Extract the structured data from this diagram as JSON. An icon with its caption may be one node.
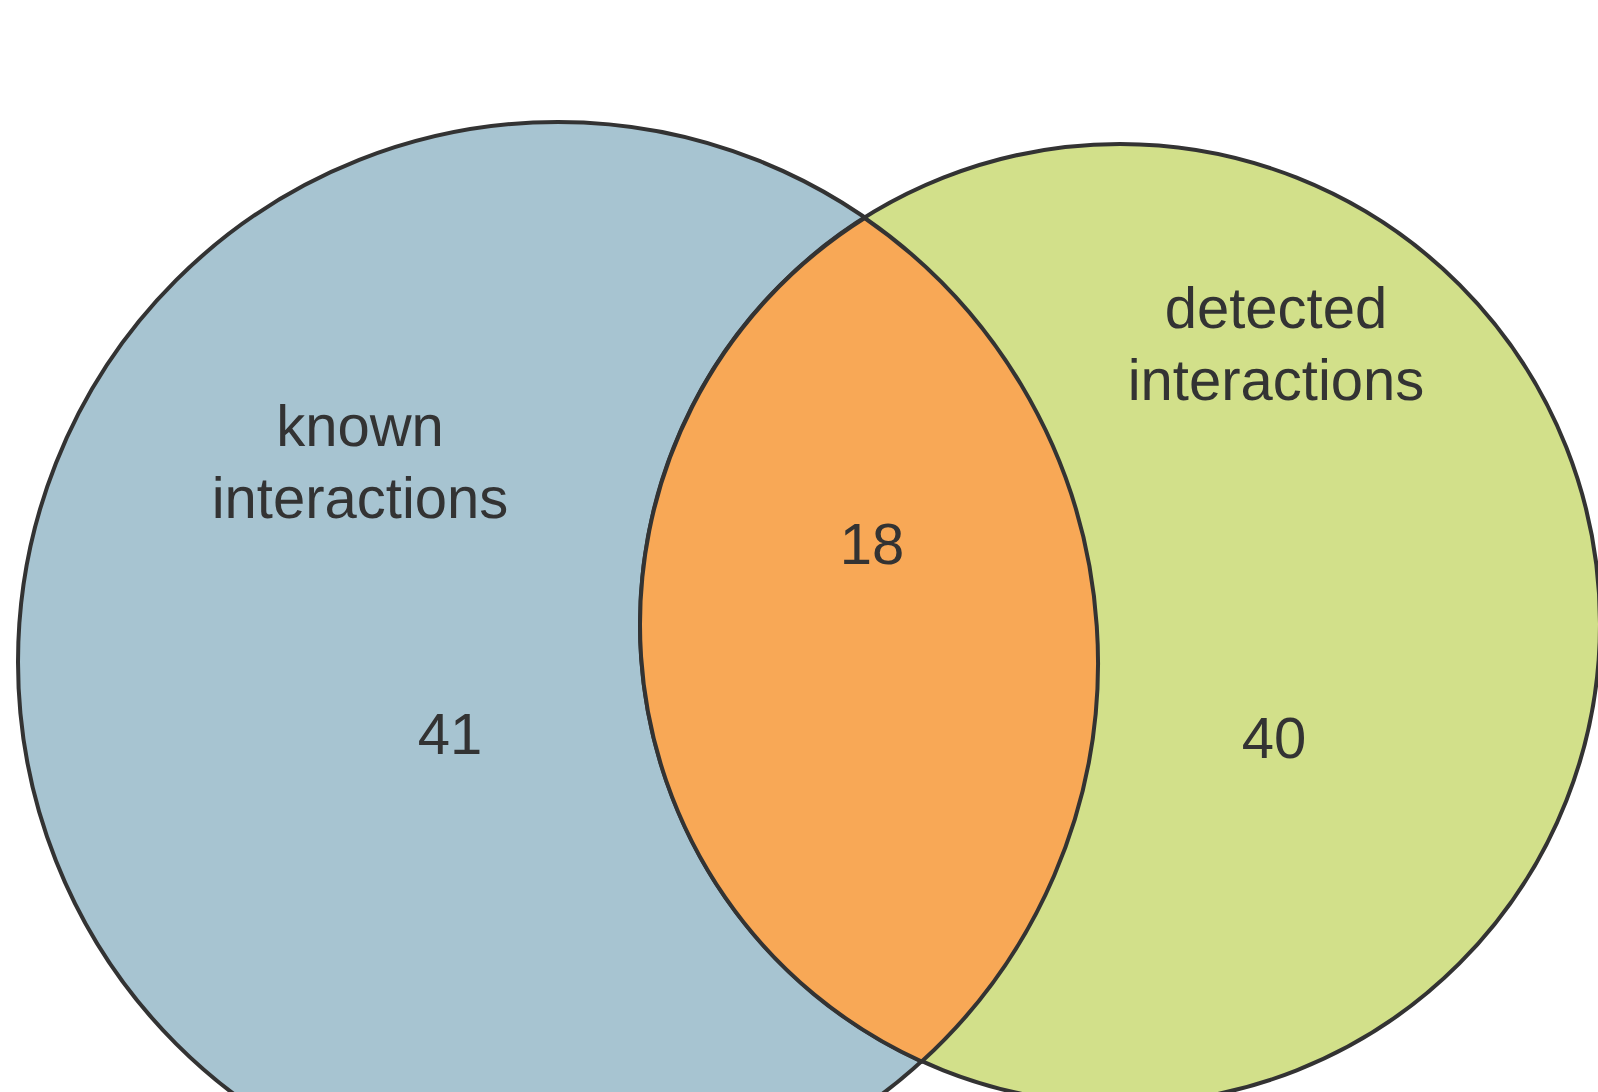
{
  "diagram": {
    "nodes": [
      {
        "text": [
          "known interactions",
          "41"
        ]
      },
      {
        "text": [
          "detected interactions",
          "40"
        ]
      },
      {
        "text": [
          "18"
        ]
      }
    ]
  }
}
